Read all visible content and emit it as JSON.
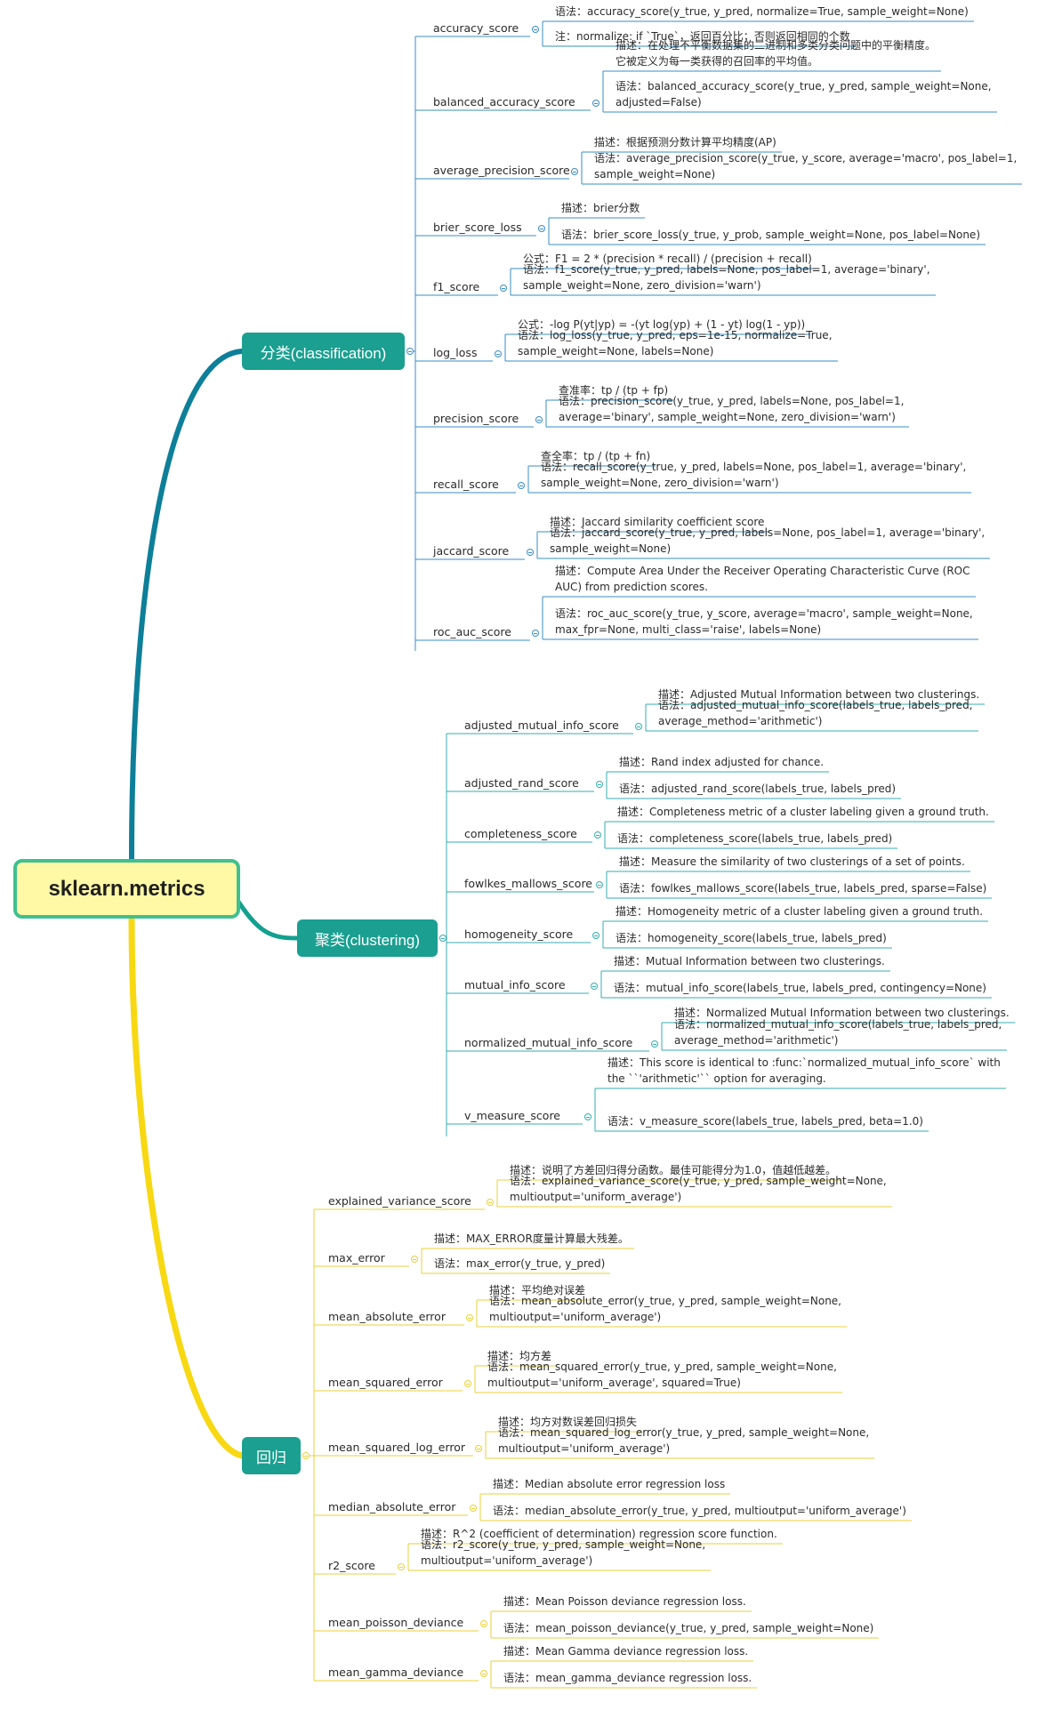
{
  "root": {
    "label": "sklearn.metrics"
  },
  "colors": {
    "classification": "#1a9f90",
    "clustering": "#1a9f90",
    "regression": "#1a9f90",
    "wire_classification": "#0d7f99",
    "wire_clustering": "#13a08f",
    "wire_regression": "#f7d812",
    "line_classification": "#3a8cc4",
    "line_clustering": "#34aeb0",
    "line_regression": "#e8d03a"
  },
  "branches": [
    {
      "id": "classification",
      "label": "分类(classification)",
      "metrics": [
        {
          "name": "accuracy_score",
          "notes": [
            "语法：accuracy_score(y_true, y_pred, normalize=True, sample_weight=None)",
            "注：normalize: if `True`，返回百分比；否则返回相同的个数"
          ]
        },
        {
          "name": "balanced_accuracy_score",
          "notes": [
            "描述：在处理不平衡数据集的二进制和多类分类问题中的平衡精度。\n它被定义为每一类获得的召回率的平均值。",
            "语法：balanced_accuracy_score(y_true, y_pred, sample_weight=None,\nadjusted=False)"
          ]
        },
        {
          "name": "average_precision_score",
          "notes": [
            "描述：根据预测分数计算平均精度(AP)",
            "语法：average_precision_score(y_true, y_score, average='macro', pos_label=1,\nsample_weight=None)"
          ]
        },
        {
          "name": "brier_score_loss",
          "notes": [
            "描述：brier分数",
            "语法：brier_score_loss(y_true, y_prob, sample_weight=None, pos_label=None)"
          ]
        },
        {
          "name": "f1_score",
          "notes": [
            "公式：F1 = 2 * (precision * recall) / (precision + recall)",
            "语法：f1_score(y_true, y_pred, labels=None, pos_label=1, average='binary',\nsample_weight=None, zero_division='warn')"
          ]
        },
        {
          "name": "log_loss",
          "notes": [
            "公式：-log P(yt|yp) = -(yt log(yp) + (1 - yt) log(1 - yp))",
            "语法：log_loss(y_true, y_pred, eps=1e-15, normalize=True,\nsample_weight=None, labels=None)"
          ]
        },
        {
          "name": "precision_score",
          "notes": [
            "查准率：tp / (tp + fp)",
            "语法：precision_score(y_true, y_pred, labels=None, pos_label=1,\naverage='binary', sample_weight=None, zero_division='warn')"
          ]
        },
        {
          "name": "recall_score",
          "notes": [
            "查全率：tp / (tp + fn)",
            "语法：recall_score(y_true, y_pred, labels=None, pos_label=1, average='binary',\nsample_weight=None, zero_division='warn')"
          ]
        },
        {
          "name": "jaccard_score",
          "notes": [
            "描述：Jaccard similarity coefficient score",
            "语法：jaccard_score(y_true, y_pred, labels=None, pos_label=1, average='binary',\nsample_weight=None)"
          ]
        },
        {
          "name": "roc_auc_score",
          "notes": [
            "描述：Compute Area Under the Receiver Operating Characteristic Curve (ROC\nAUC) from prediction scores.",
            "语法：roc_auc_score(y_true, y_score, average='macro', sample_weight=None,\nmax_fpr=None, multi_class='raise', labels=None)"
          ]
        }
      ]
    },
    {
      "id": "clustering",
      "label": "聚类(clustering)",
      "metrics": [
        {
          "name": "adjusted_mutual_info_score",
          "notes": [
            "描述：Adjusted Mutual Information between two clusterings.",
            "语法：adjusted_mutual_info_score(labels_true, labels_pred,\naverage_method='arithmetic')"
          ]
        },
        {
          "name": "adjusted_rand_score",
          "notes": [
            "描述：Rand index adjusted for chance.",
            "语法：adjusted_rand_score(labels_true, labels_pred)"
          ]
        },
        {
          "name": "completeness_score",
          "notes": [
            "描述：Completeness metric of a cluster labeling given a ground truth.",
            "语法：completeness_score(labels_true, labels_pred)"
          ]
        },
        {
          "name": "fowlkes_mallows_score",
          "notes": [
            "描述：Measure the similarity of two clusterings of a set of points.",
            "语法：fowlkes_mallows_score(labels_true, labels_pred, sparse=False)"
          ]
        },
        {
          "name": "homogeneity_score",
          "notes": [
            "描述：Homogeneity metric of a cluster labeling given a ground truth.",
            "语法：homogeneity_score(labels_true, labels_pred)"
          ]
        },
        {
          "name": "mutual_info_score",
          "notes": [
            "描述：Mutual Information between two clusterings.",
            "语法：mutual_info_score(labels_true, labels_pred, contingency=None)"
          ]
        },
        {
          "name": "normalized_mutual_info_score",
          "notes": [
            "描述：Normalized Mutual Information between two clusterings.",
            "语法：normalized_mutual_info_score(labels_true, labels_pred,\naverage_method='arithmetic')"
          ]
        },
        {
          "name": "v_measure_score",
          "notes": [
            "描述：This score is identical to :func:`normalized_mutual_info_score` with\nthe ``'arithmetic'`` option for averaging.",
            "语法：v_measure_score(labels_true, labels_pred, beta=1.0)"
          ]
        }
      ]
    },
    {
      "id": "regression",
      "label": "回归",
      "metrics": [
        {
          "name": "explained_variance_score",
          "notes": [
            "描述：说明了方差回归得分函数。最佳可能得分为1.0，值越低越差。",
            "语法：explained_variance_score(y_true, y_pred, sample_weight=None,\nmultioutput='uniform_average')"
          ]
        },
        {
          "name": "max_error",
          "notes": [
            "描述：MAX_ERROR度量计算最大残差。",
            "语法：max_error(y_true, y_pred)"
          ]
        },
        {
          "name": "mean_absolute_error",
          "notes": [
            "描述：平均绝对误差",
            "语法：mean_absolute_error(y_true, y_pred, sample_weight=None,\nmultioutput='uniform_average')"
          ]
        },
        {
          "name": "mean_squared_error",
          "notes": [
            "描述：均方差",
            "语法：mean_squared_error(y_true, y_pred, sample_weight=None,\nmultioutput='uniform_average', squared=True)"
          ]
        },
        {
          "name": "mean_squared_log_error",
          "notes": [
            "描述：均方对数误差回归损失",
            "语法：mean_squared_log_error(y_true, y_pred, sample_weight=None,\nmultioutput='uniform_average')"
          ]
        },
        {
          "name": "median_absolute_error",
          "notes": [
            "描述：Median absolute error regression loss",
            "语法：median_absolute_error(y_true, y_pred, multioutput='uniform_average')"
          ]
        },
        {
          "name": "r2_score",
          "notes": [
            "描述：R^2 (coefficient of determination) regression score function.",
            "语法：r2_score(y_true, y_pred, sample_weight=None,\nmultioutput='uniform_average')"
          ]
        },
        {
          "name": "mean_poisson_deviance",
          "notes": [
            "描述：Mean Poisson deviance regression loss.",
            "语法：mean_poisson_deviance(y_true, y_pred, sample_weight=None)"
          ]
        },
        {
          "name": "mean_gamma_deviance",
          "notes": [
            "描述：Mean Gamma deviance regression loss.",
            "语法：mean_gamma_deviance regression loss."
          ]
        }
      ]
    }
  ]
}
